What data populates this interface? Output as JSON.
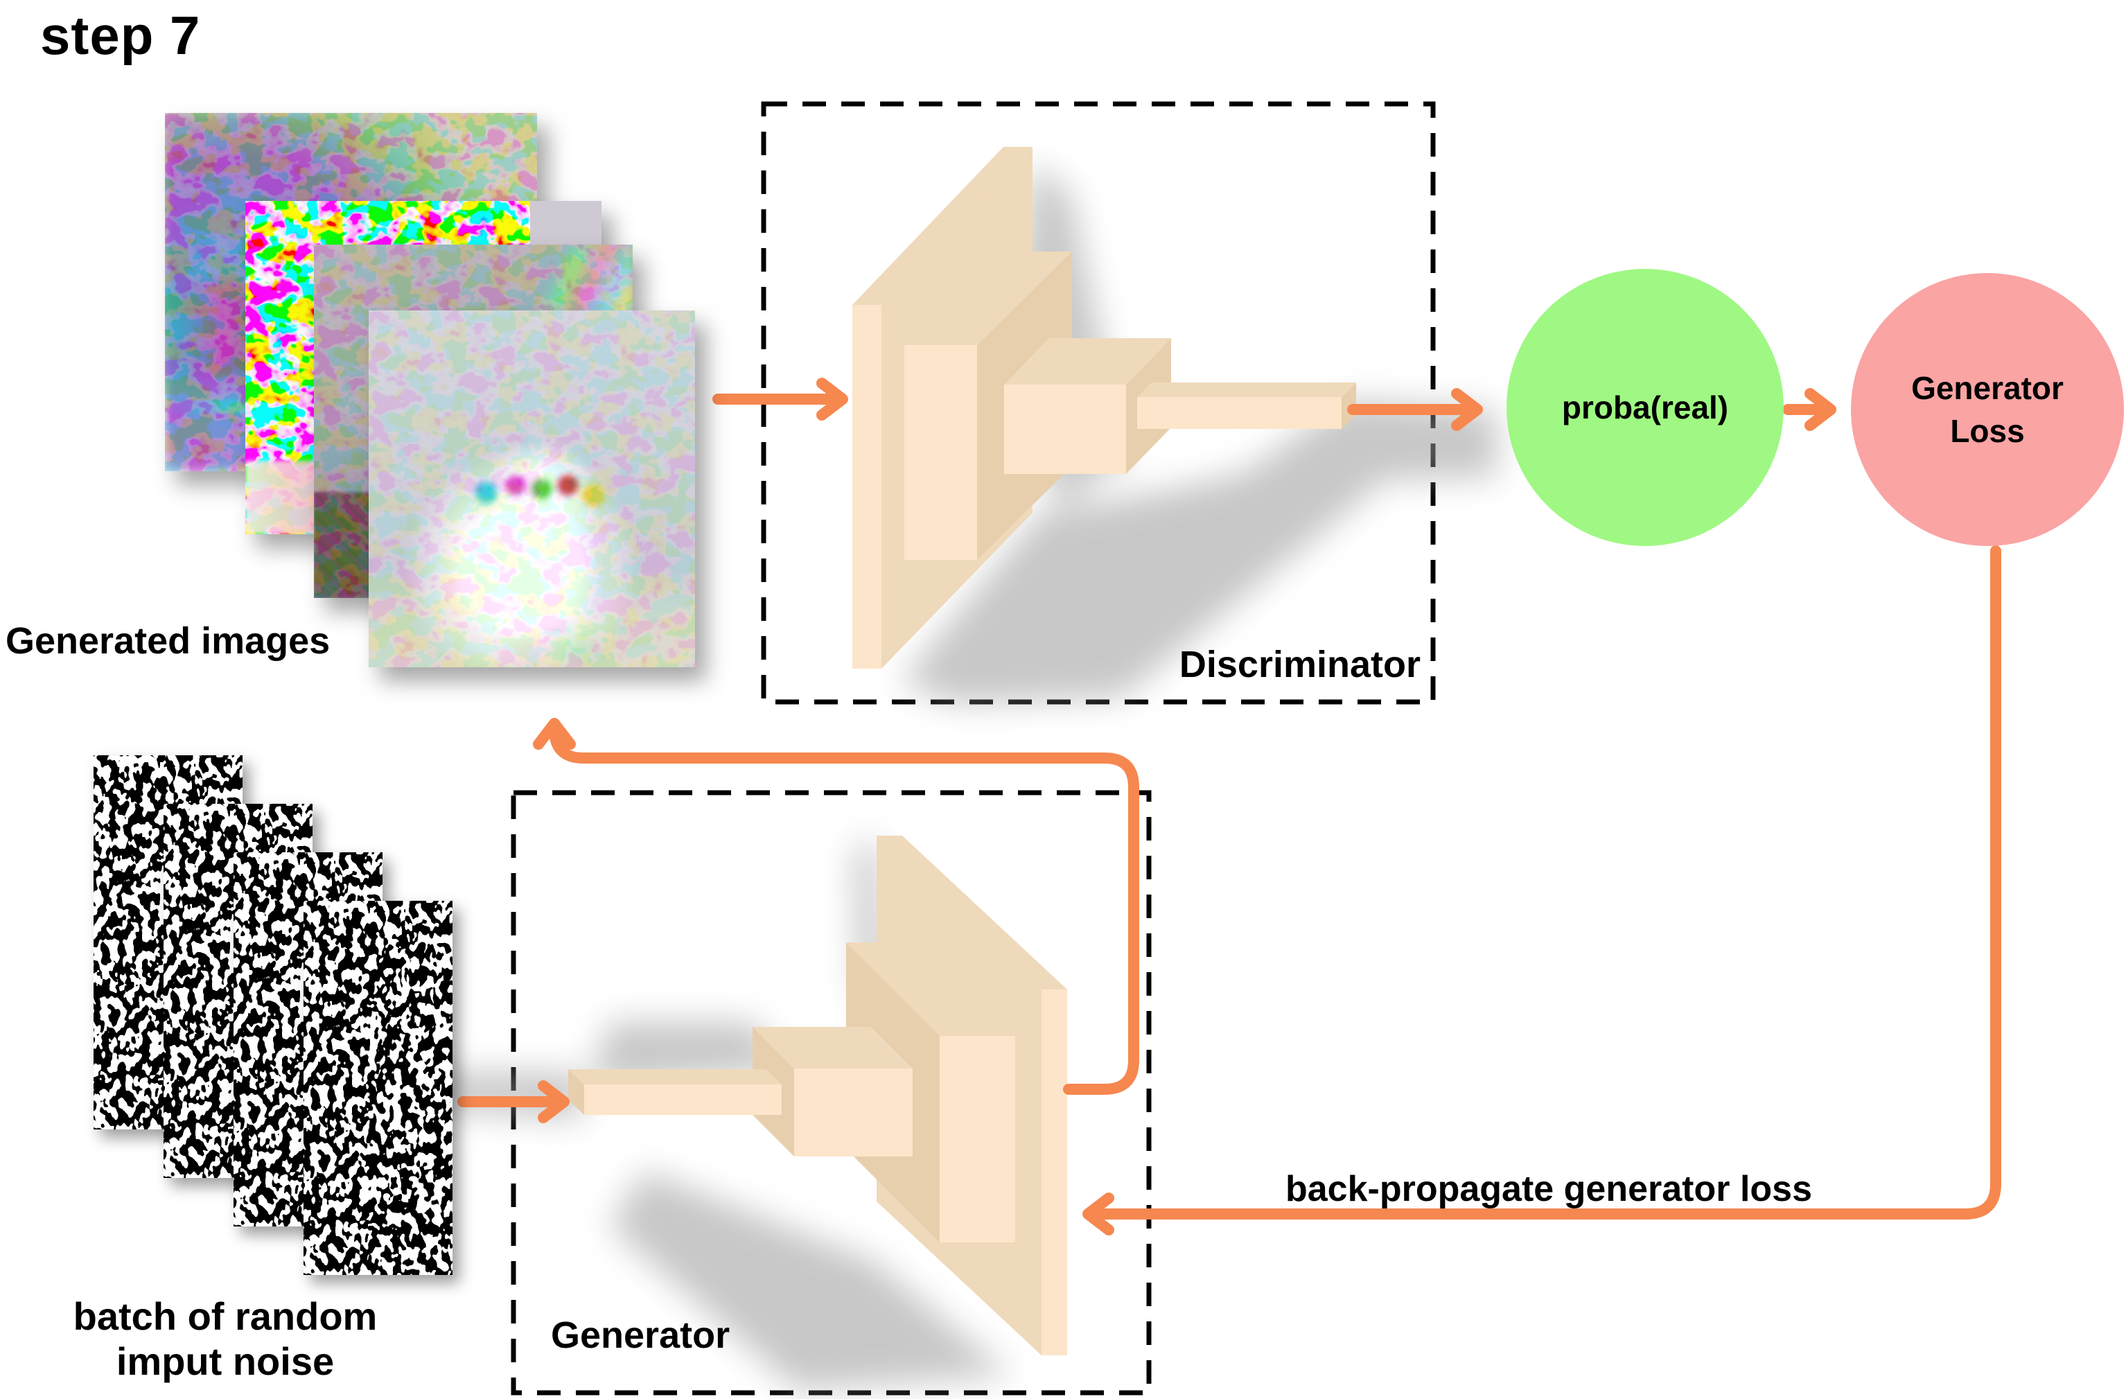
{
  "title": "step 7",
  "generated_images": {
    "label": "Generated images",
    "count": 4
  },
  "noise_batch": {
    "label_line1": "batch of random",
    "label_line2": "imput noise",
    "count": 4
  },
  "discriminator": {
    "label": "Discriminator"
  },
  "generator": {
    "label": "Generator"
  },
  "proba_node": {
    "label": "proba(real)"
  },
  "loss_node": {
    "label_line1": "Generator",
    "label_line2": "Loss"
  },
  "backprop": {
    "label": "back-propagate generator loss"
  },
  "colors": {
    "arrow": "#F6874F",
    "network_front": "#FCE5CA",
    "network_side": "#EFD9BB",
    "network_dark": "#E7CFAD",
    "proba_green": "#9FF883",
    "loss_pink": "#FAA4A4",
    "shadow": "#9A9A9A",
    "box_border": "#000000",
    "text": "#000000",
    "background": "#FFFFFF"
  }
}
